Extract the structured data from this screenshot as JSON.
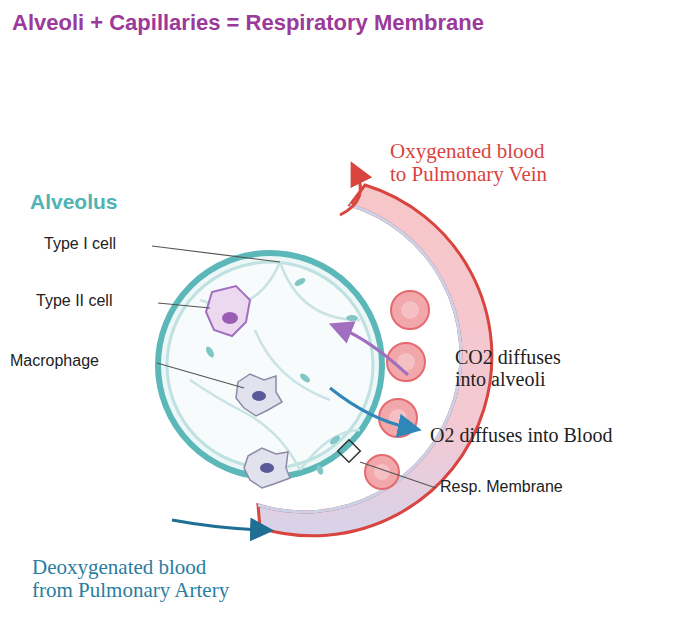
{
  "diagram": {
    "title": "Alveoli + Capillaries = Respiratory Membrane",
    "labels": [
      "Alveolus",
      "Type I cell",
      "Type II cell",
      "Macrophage",
      "Oxygenated blood to Pulmonary Vein",
      "CO2 diffuses into alveoli",
      "O2 diffuses into Blood",
      "Resp. Membrane",
      "Deoxygenated blood from Pulmonary Artery"
    ]
  }
}
